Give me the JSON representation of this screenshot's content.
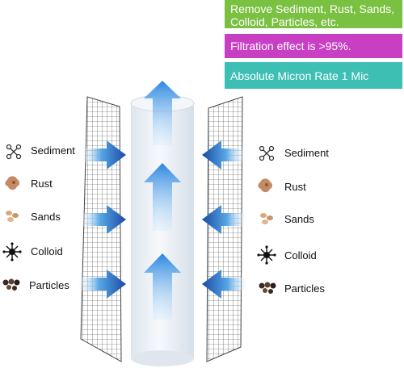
{
  "banners": [
    {
      "text": "Remove Sediment, Rust, Sands, Colloid, Particles, etc.",
      "color": "#7ac142"
    },
    {
      "text": "Filtration effect is >95%.",
      "color": "#c93fc3"
    },
    {
      "text": "Absolute Micron Rate 1 Mic",
      "color": "#3ebfb4"
    }
  ],
  "contaminants": [
    {
      "label": "Sediment",
      "icon": "sediment-icon"
    },
    {
      "label": "Rust",
      "icon": "rust-icon"
    },
    {
      "label": "Sands",
      "icon": "sands-icon"
    },
    {
      "label": "Colloid",
      "icon": "colloid-icon"
    },
    {
      "label": "Particles",
      "icon": "particles-icon"
    }
  ],
  "colors": {
    "arrow_dark": "#1d4fa6",
    "arrow_light": "#56b4f0",
    "cartridge": "#eef2f7",
    "mesh": "#333333"
  }
}
